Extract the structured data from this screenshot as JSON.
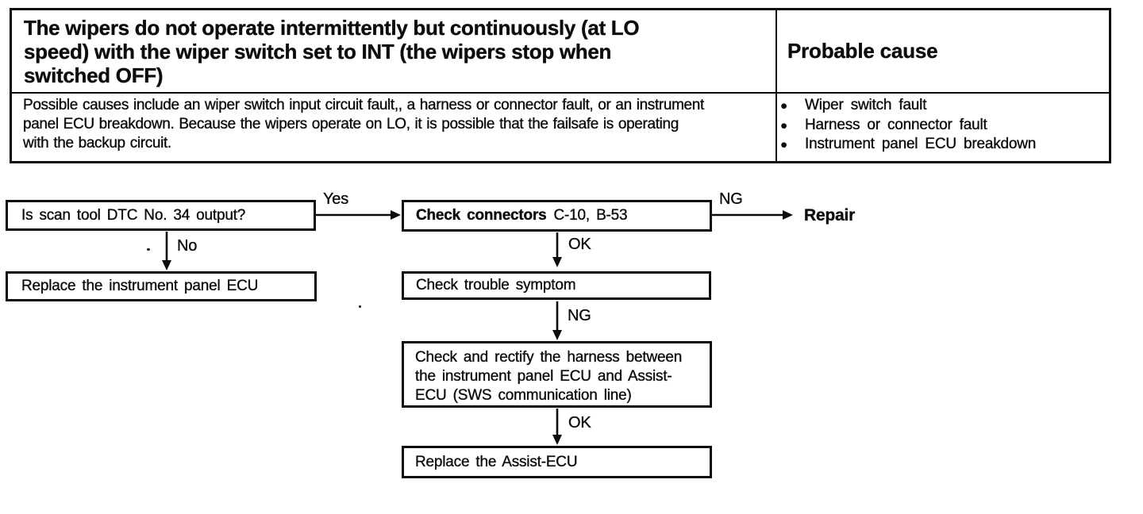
{
  "colors": {
    "ink": "#0d0d0d",
    "paper": "#ffffff"
  },
  "symptom_table": {
    "symptom_title_lines": [
      "The wipers do not operate intermittently but continuously (at LO",
      "speed) with the wiper switch set to INT (the wipers stop when",
      "switched OFF)"
    ],
    "probable_cause_header": "Probable cause",
    "comment_lines": [
      "Possible causes include an wiper switch input circuit fault,, a harness or connector fault, or an instrument",
      "panel ECU breakdown. Because the wipers operate on LO, it is possible that the failsafe is operating",
      "with the backup circuit."
    ],
    "probable_causes": [
      {
        "bullet": "●",
        "text": "Wiper switch fault"
      },
      {
        "bullet": "●",
        "text": "Harness or connector fault"
      },
      {
        "bullet": "●",
        "text": "Instrument panel ECU breakdown"
      }
    ]
  },
  "flowchart": {
    "boxes": {
      "scan_tool_question": "Is scan tool DTC No. 34 output?",
      "check_connectors_bold": "Check connectors",
      "check_connectors_detail": "C-10, B-53",
      "replace_instrument_ecu": "Replace the instrument panel ECU",
      "check_trouble_symptom": "Check trouble symptom",
      "check_harness_lines": [
        "Check and rectify the harness between",
        "the instrument panel ECU and Assist-",
        "ECU (SWS communication line)"
      ],
      "replace_assist_ecu": "Replace the Assist-ECU"
    },
    "edge_labels": {
      "yes": "Yes",
      "no": "No",
      "ng_connectors": "NG",
      "ok_connectors": "OK",
      "ng_symptom": "NG",
      "ok_harness": "OK"
    },
    "terminal": {
      "repair": "Repair"
    }
  }
}
